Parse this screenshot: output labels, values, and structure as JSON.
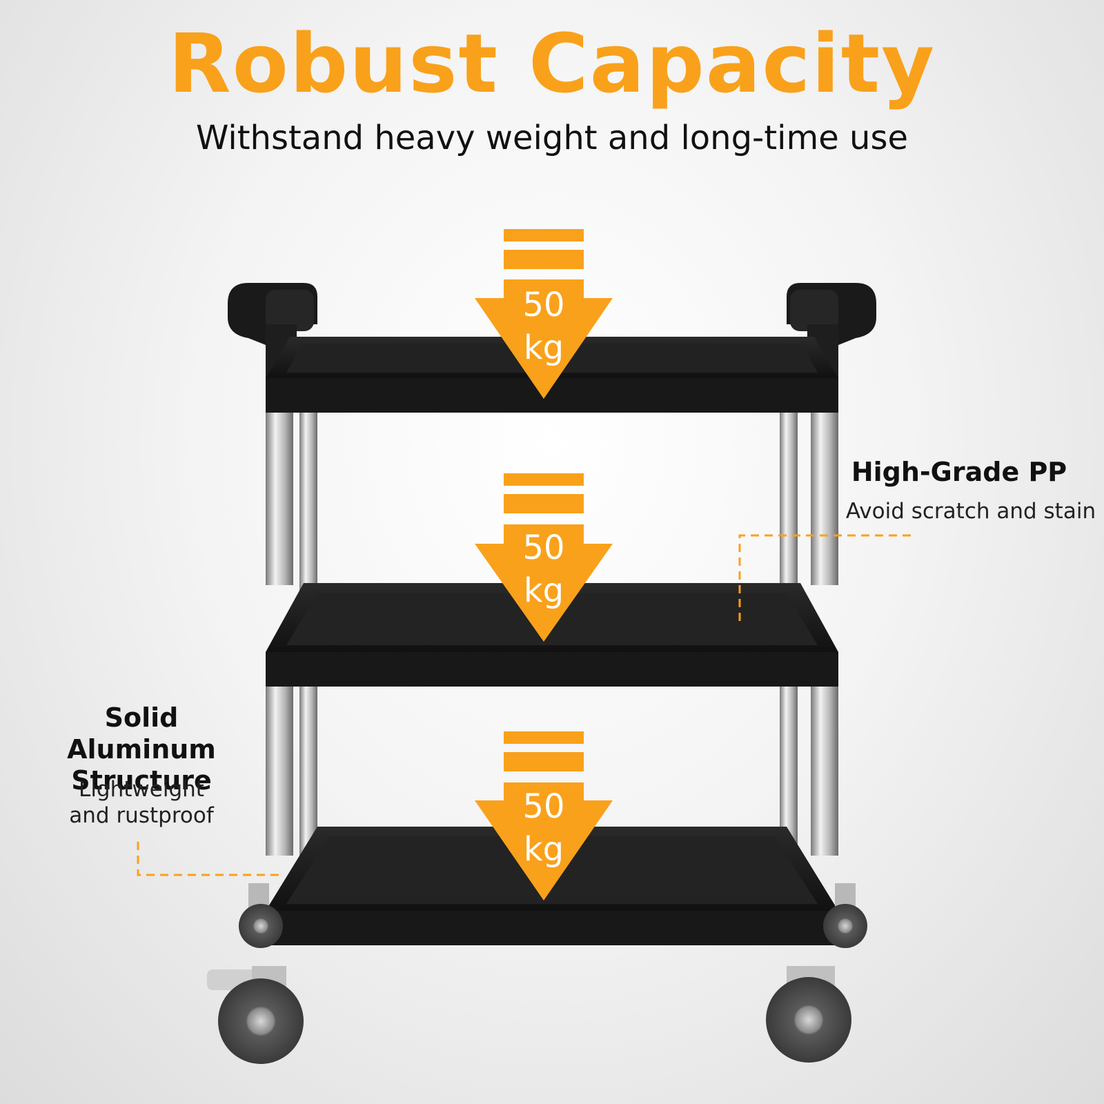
{
  "headline": {
    "text": "Robust Capacity",
    "color": "#F9A11B"
  },
  "subheadline": "Withstand heavy weight and long-time use",
  "load_markers": [
    {
      "value": "50",
      "unit": "kg"
    },
    {
      "value": "50",
      "unit": "kg"
    },
    {
      "value": "50",
      "unit": "kg"
    }
  ],
  "callouts": {
    "material": {
      "title": "High-Grade PP",
      "description": "Avoid scratch and stain"
    },
    "frame": {
      "title": "Solid Aluminum Structure",
      "description": [
        "Lightweight",
        "and rustproof"
      ]
    }
  },
  "colors": {
    "accent": "#F9A11B",
    "shelf": "#1c1c1c",
    "pole": "#c8c8c8"
  },
  "icons": [
    "down-arrow-icon",
    "weight-bar-icon",
    "caster-wheel-icon"
  ]
}
